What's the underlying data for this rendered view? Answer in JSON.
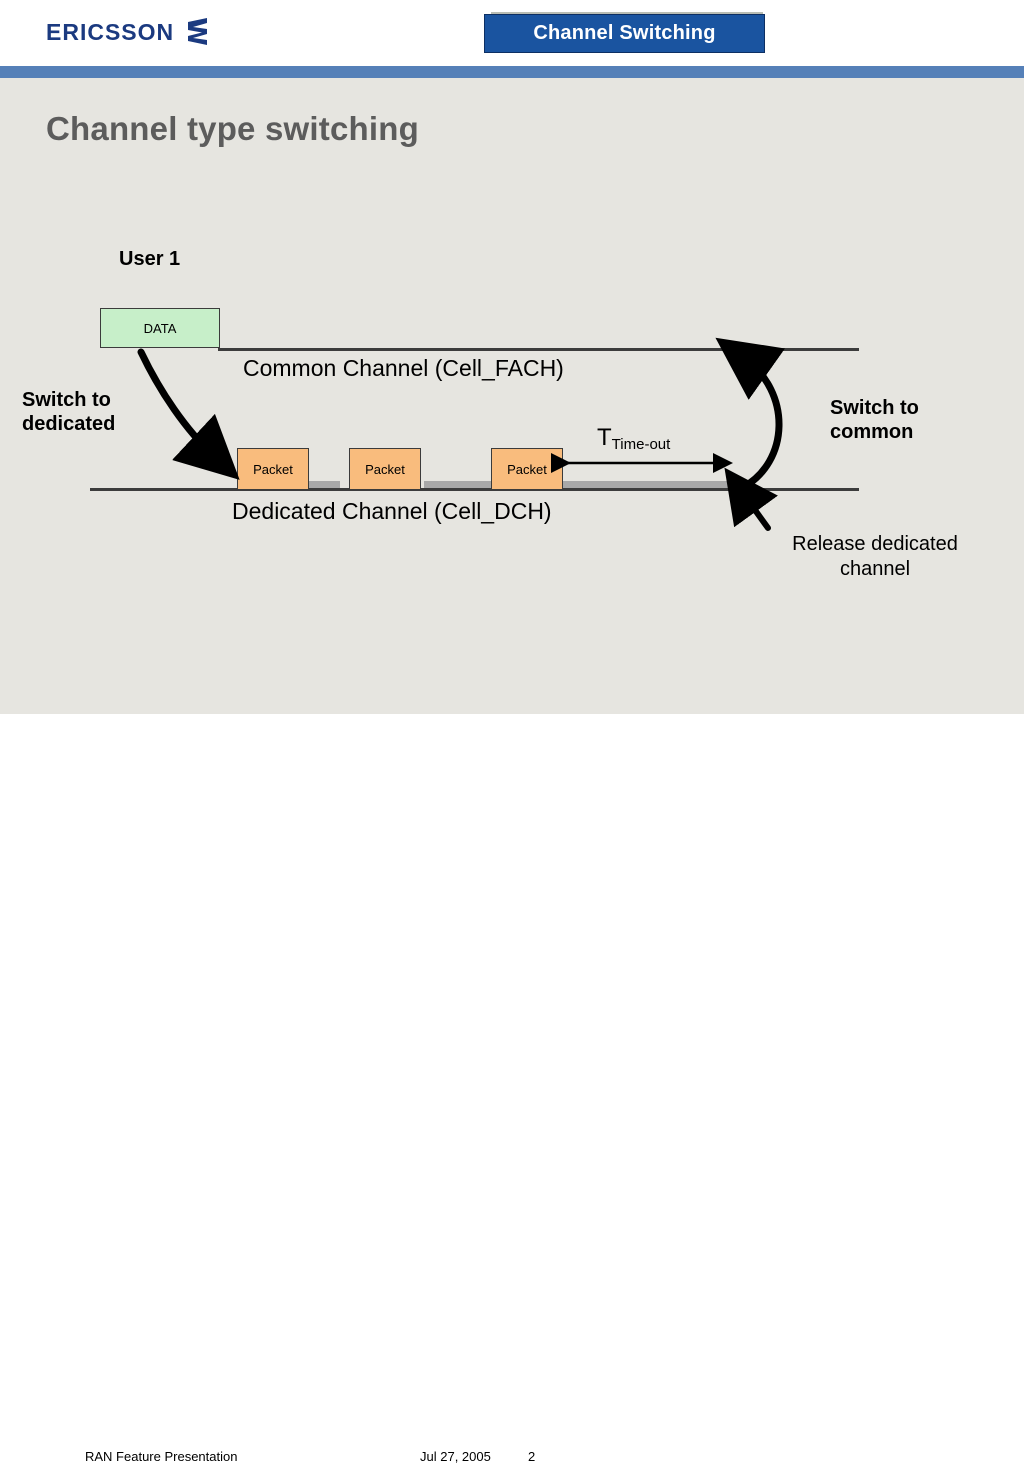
{
  "header": {
    "logo_text": "ERICSSON",
    "logo_mark": "ericsson-logo-mark",
    "tab_title": "Channel Switching"
  },
  "slide": {
    "title": "Channel type switching"
  },
  "diagram": {
    "user_label": "User 1",
    "data_box_label": "DATA",
    "common_channel_label": "Common Channel (Cell_FACH)",
    "dedicated_channel_label": "Dedicated Channel (Cell_DCH)",
    "switch_to_dedicated": "Switch to\ndedicated",
    "switch_to_common": "Switch to\ncommon",
    "release_label": "Release dedicated\nchannel",
    "timeout_main": "T",
    "timeout_sub": "Time-out",
    "packets": [
      {
        "label": "Packet"
      },
      {
        "label": "Packet"
      },
      {
        "label": "Packet"
      }
    ]
  },
  "footer": {
    "presentation": "RAN Feature Presentation",
    "date": "Jul 27, 2005",
    "page": "2"
  },
  "colors": {
    "brand_blue": "#1b3a80",
    "tab_blue": "#1a54a0",
    "rule_blue": "#5580b8",
    "slide_bg": "#e6e5e0",
    "title_gray": "#5c5c5c",
    "data_green": "#c7efc9",
    "packet_orange": "#f9bc7d",
    "bar_gray": "#a8a8a8"
  }
}
